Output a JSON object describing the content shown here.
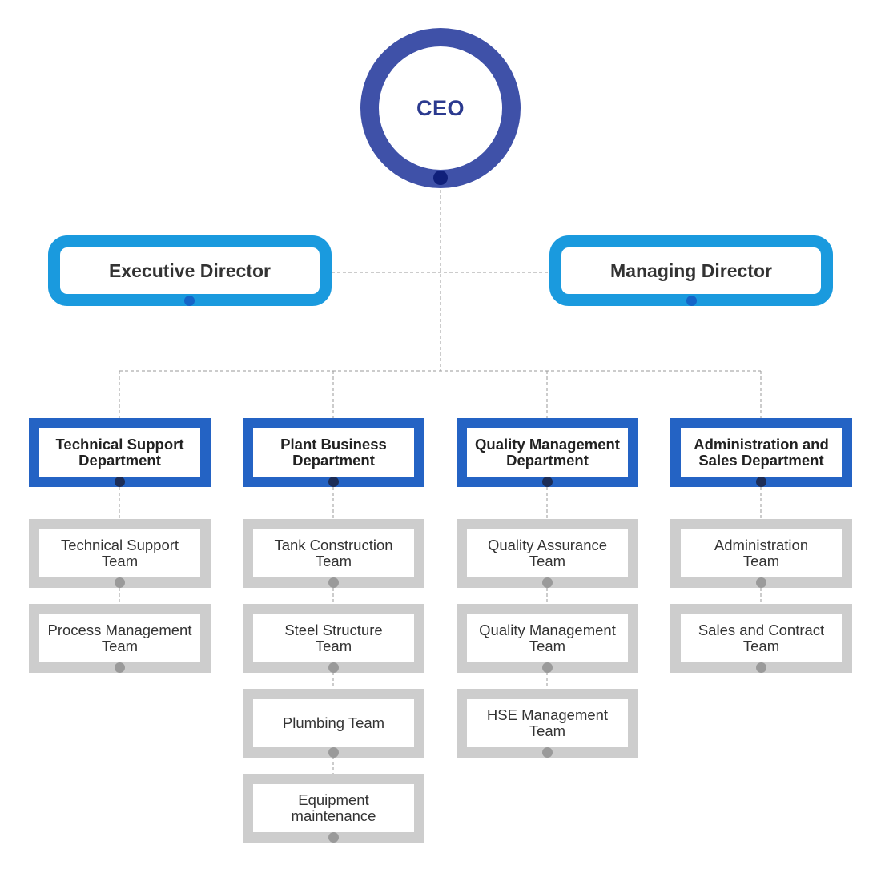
{
  "colors": {
    "ceo_ring": "#3f51a8",
    "ceo_text": "#2b3a8f",
    "director_border": "#1a9ade",
    "department_border": "#2463c4",
    "team_border": "#cdcdcd",
    "connector": "#9a9a9a"
  },
  "ceo": {
    "label": "CEO"
  },
  "directors": {
    "executive": "Executive Director",
    "managing": "Managing Director"
  },
  "departments": [
    {
      "label": "Technical Support\nDepartment",
      "teams": [
        "Technical Support\nTeam",
        "Process Management\nTeam"
      ]
    },
    {
      "label": "Plant Business\nDepartment",
      "teams": [
        "Tank Construction\nTeam",
        "Steel Structure\nTeam",
        "Plumbing Team",
        "Equipment\nmaintenance"
      ]
    },
    {
      "label": "Quality Management\nDepartment",
      "teams": [
        "Quality Assurance\nTeam",
        "Quality Management\nTeam",
        "HSE Management\nTeam"
      ]
    },
    {
      "label": "Administration and\nSales Department",
      "teams": [
        "Administration\nTeam",
        "Sales and Contract\nTeam"
      ]
    }
  ]
}
